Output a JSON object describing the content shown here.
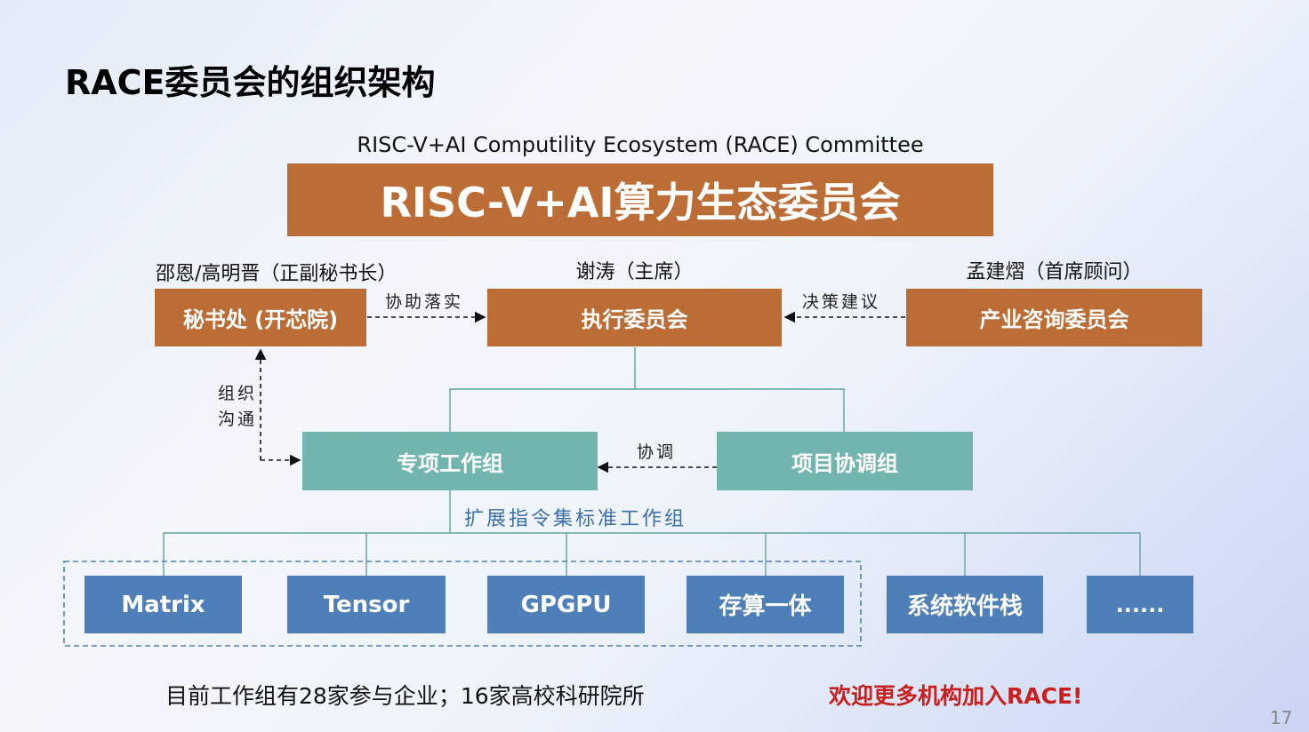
{
  "title": "RACE委员会的组织架构",
  "committee": {
    "english": "RISC-V+AI Computility Ecosystem (RACE) Committee",
    "chinese": "RISC-V+AI算力生态委员会"
  },
  "people": {
    "secretary": "邵恩/高明晋（正副秘书长）",
    "chair": "谢涛（主席）",
    "advisor": "孟建熠（首席顾问）"
  },
  "boxes": {
    "secretariat": "秘书处 (开芯院)",
    "executive": "执行委员会",
    "advisory": "产业咨询委员会",
    "special": "专项工作组",
    "project": "项目协调组"
  },
  "arrows": {
    "assist": "协助落实",
    "advise": "决策建议",
    "organize_1": "组织",
    "organize_2": "沟通",
    "coordinate": "协调"
  },
  "isa_group": "扩展指令集标准工作组",
  "groups": [
    "Matrix",
    "Tensor",
    "GPGPU",
    "存算一体",
    "系统软件栈",
    "......"
  ],
  "footer": {
    "stats": "目前工作组有28家参与企业；16家高校科研院所",
    "welcome": "欢迎更多机构加入RACE!",
    "page": "17"
  },
  "colors": {
    "orange": "#bc6d36",
    "teal": "#72b4ae",
    "blue": "#4f7fb9",
    "red": "#c8201e"
  }
}
